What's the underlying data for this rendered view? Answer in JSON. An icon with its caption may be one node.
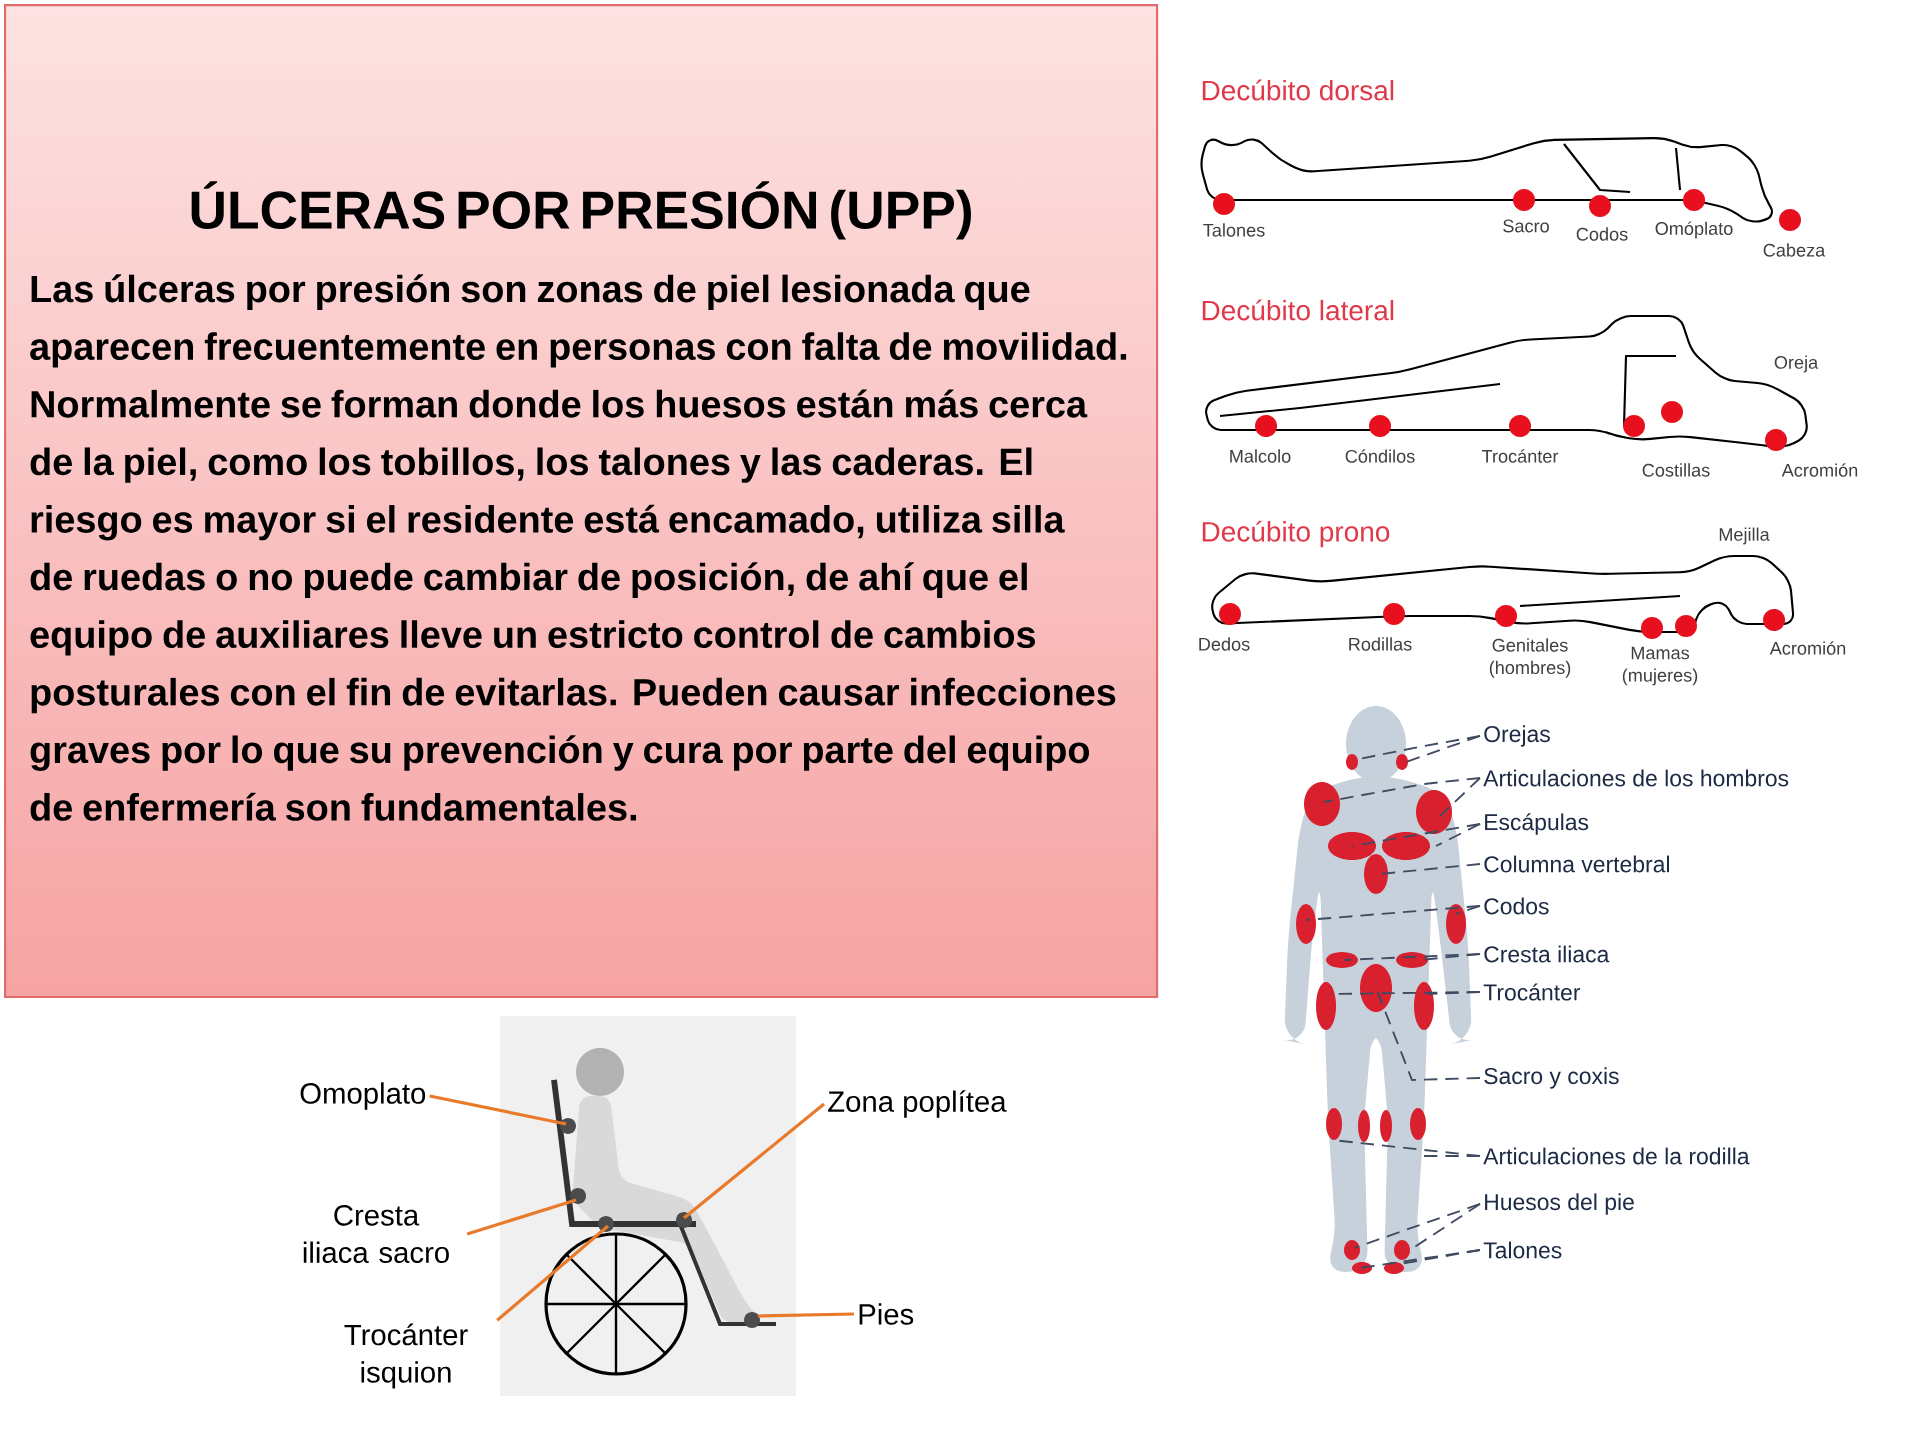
{
  "diagram": {
    "nodes": [
      {
        "text": [
          "ÚLCERAS POR PRESIÓN (UPP)",
          "Las úlceras por presión son zonas de piel lesionada que aparecen frecuentemente en personas con falta de movilidad. Normalmente se forman donde los huesos están más cerca de la piel, como los tobillos, los talones y las caderas. El riesgo es mayor si el residente está encamado, utiliza silla de ruedas o no puede cambiar de posición, de ahí que el equipo de auxiliares lleve un estricto control de cambios posturales con el fin de evitarlas. Pueden causar infecciones graves por lo que su prevención y cura por parte del equipo de enfermería son fundamentales."
        ]
      },
      {
        "text": [
          "Omoplato"
        ]
      },
      {
        "text": [
          "Zona poplítea"
        ]
      },
      {
        "text": [
          "Cresta iliaca sacro"
        ]
      },
      {
        "text": [
          "Trocánter isquion"
        ]
      },
      {
        "text": [
          "Pies"
        ]
      },
      {
        "text": [
          "Orejas"
        ]
      },
      {
        "text": [
          "Articulaciones de los hombros"
        ]
      },
      {
        "text": [
          "Escápulas"
        ]
      },
      {
        "text": [
          "Columna vertebral"
        ]
      },
      {
        "text": [
          "Codos"
        ]
      },
      {
        "text": [
          "Cresta iliaca"
        ]
      },
      {
        "text": [
          "Trocánter"
        ]
      },
      {
        "text": [
          "Sacro y coxis"
        ]
      },
      {
        "text": [
          "Articulaciones de la rodilla"
        ]
      },
      {
        "text": [
          "Huesos del pie"
        ]
      },
      {
        "text": [
          "Talones"
        ]
      }
    ],
    "edges": [
      {
        "from": 1,
        "to": null,
        "arrow": "none",
        "color": "#e87a2a"
      },
      {
        "from": 2,
        "to": null,
        "arrow": "none",
        "color": "#e87a2a"
      },
      {
        "from": 3,
        "to": null,
        "arrow": "none",
        "color": "#e87a2a"
      },
      {
        "from": 4,
        "to": null,
        "arrow": "none",
        "color": "#e87a2a"
      },
      {
        "from": 5,
        "to": null,
        "arrow": "none",
        "color": "#e87a2a"
      },
      {
        "from": 6,
        "to": null,
        "arrow": "none",
        "style": "dashed"
      },
      {
        "from": 6,
        "to": null,
        "arrow": "none",
        "style": "dashed"
      },
      {
        "from": 7,
        "to": null,
        "arrow": "none",
        "style": "dashed"
      },
      {
        "from": 7,
        "to": null,
        "arrow": "none",
        "style": "dashed"
      },
      {
        "from": 8,
        "to": null,
        "arrow": "none",
        "style": "dashed"
      },
      {
        "from": 8,
        "to": null,
        "arrow": "none",
        "style": "dashed"
      },
      {
        "from": 9,
        "to": null,
        "arrow": "none",
        "style": "dashed"
      },
      {
        "from": 10,
        "to": null,
        "arrow": "none",
        "style": "dashed"
      },
      {
        "from": 10,
        "to": null,
        "arrow": "none",
        "style": "dashed"
      },
      {
        "from": 11,
        "to": null,
        "arrow": "none",
        "style": "dashed"
      },
      {
        "from": 11,
        "to": null,
        "arrow": "none",
        "style": "dashed"
      },
      {
        "from": 12,
        "to": null,
        "arrow": "none",
        "style": "dashed"
      },
      {
        "from": 12,
        "to": null,
        "arrow": "none",
        "style": "dashed"
      },
      {
        "from": 13,
        "to": null,
        "arrow": "none",
        "style": "dashed"
      },
      {
        "from": 14,
        "to": null,
        "arrow": "none",
        "style": "dashed"
      },
      {
        "from": 14,
        "to": null,
        "arrow": "none",
        "style": "dashed"
      },
      {
        "from": 15,
        "to": null,
        "arrow": "none",
        "style": "dashed"
      },
      {
        "from": 15,
        "to": null,
        "arrow": "none",
        "style": "dashed"
      },
      {
        "from": 16,
        "to": null,
        "arrow": "none",
        "style": "dashed"
      },
      {
        "from": 16,
        "to": null,
        "arrow": "none",
        "style": "dashed"
      }
    ],
    "labels": [
      "Decúbito dorsal",
      "Talones",
      "Sacro",
      "Codos",
      "Omóplato",
      "Cabeza",
      "Decúbito lateral",
      "Oreja",
      "Malcolo",
      "Cóndilos",
      "Trocánter",
      "Costillas",
      "Acromión",
      "Decúbito prono",
      "Mejilla",
      "Dedos",
      "Rodillas",
      "Genitales (hombres)",
      "Mamas (mujeres)",
      "Acromión"
    ]
  }
}
